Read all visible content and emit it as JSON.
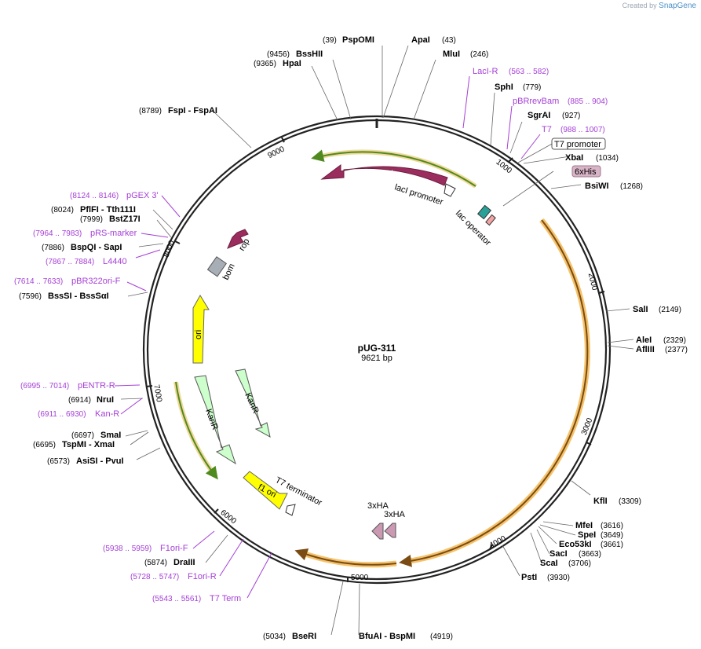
{
  "brand": {
    "created_by": "Created by",
    "name": "SnapGene"
  },
  "plasmid": {
    "name": "pUG-311",
    "length": "9621 bp"
  },
  "ticks": [
    "1000",
    "2000",
    "3000",
    "4000",
    "5000",
    "6000",
    "7000",
    "8000",
    "9000"
  ],
  "enzymes": [
    {
      "pos": "(39)",
      "name": "PspOMI"
    },
    {
      "pos": "(43)",
      "name": "ApaI"
    },
    {
      "pos": "(9456)",
      "name": "BssHII"
    },
    {
      "pos": "(246)",
      "name": "MluI"
    },
    {
      "pos": "(9365)",
      "name": "HpaI"
    },
    {
      "pos": "(779)",
      "name": "SphI"
    },
    {
      "pos": "(8789)",
      "name": "FspI - FspAI"
    },
    {
      "pos": "(927)",
      "name": "SgrAI"
    },
    {
      "pos": "(1034)",
      "name": "XbaI"
    },
    {
      "pos": "(1268)",
      "name": "BsiWI"
    },
    {
      "pos": "(8024)",
      "name": "PflFI - Tth111I"
    },
    {
      "pos": "(7999)",
      "name": "BstZ17I"
    },
    {
      "pos": "(7886)",
      "name": "BspQI - SapI"
    },
    {
      "pos": "(7596)",
      "name": "BssSI - BssSαI"
    },
    {
      "pos": "(2149)",
      "name": "SalI"
    },
    {
      "pos": "(2329)",
      "name": "AleI"
    },
    {
      "pos": "(2377)",
      "name": "AflIII"
    },
    {
      "pos": "(6914)",
      "name": "NruI"
    },
    {
      "pos": "(6697)",
      "name": "SmaI"
    },
    {
      "pos": "(6695)",
      "name": "TspMI - XmaI"
    },
    {
      "pos": "(6573)",
      "name": "AsiSI - PvuI"
    },
    {
      "pos": "(3309)",
      "name": "KflI"
    },
    {
      "pos": "(3616)",
      "name": "MfeI"
    },
    {
      "pos": "(3649)",
      "name": "SpeI"
    },
    {
      "pos": "(3661)",
      "name": "Eco53kI"
    },
    {
      "pos": "(3663)",
      "name": "SacI"
    },
    {
      "pos": "(3706)",
      "name": "ScaI"
    },
    {
      "pos": "(3930)",
      "name": "PstI"
    },
    {
      "pos": "(5874)",
      "name": "DraIII"
    },
    {
      "pos": "(5034)",
      "name": "BseRI"
    },
    {
      "pos": "(4919)",
      "name": "BfuAI - BspMI"
    }
  ],
  "primers": [
    {
      "name": "LacI-R",
      "range": "(563 .. 582)"
    },
    {
      "name": "pBRrevBam",
      "range": "(885 .. 904)"
    },
    {
      "name": "T7",
      "range": "(988 .. 1007)"
    },
    {
      "name": "pGEX 3'",
      "range": "(8124 .. 8146)"
    },
    {
      "name": "pRS-marker",
      "range": "(7964 .. 7983)"
    },
    {
      "name": "L4440",
      "range": "(7867 .. 7884)"
    },
    {
      "name": "pBR322ori-F",
      "range": "(7614 .. 7633)"
    },
    {
      "name": "pENTR-R",
      "range": "(6995 .. 7014)"
    },
    {
      "name": "Kan-R",
      "range": "(6911 .. 6930)"
    },
    {
      "name": "F1ori-F",
      "range": "(5938 .. 5959)"
    },
    {
      "name": "F1ori-R",
      "range": "(5728 .. 5747)"
    },
    {
      "name": "T7 Term",
      "range": "(5543 .. 5561)"
    }
  ],
  "boxed_labels": [
    {
      "name": "T7 promoter",
      "color": "#ffffff"
    },
    {
      "name": "6xHis",
      "color": "#d8b4c7"
    }
  ],
  "features": [
    {
      "name": "lacI",
      "color": "#9b2d5e"
    },
    {
      "name": "lacI promoter",
      "color": "#ffffff"
    },
    {
      "name": "lac operator",
      "color": "#2aa198"
    },
    {
      "name": "rop",
      "color": "#9b2d5e"
    },
    {
      "name": "bom",
      "color": "#a7aeb6"
    },
    {
      "name": "ori",
      "color": "#ffff00"
    },
    {
      "name": "KanR",
      "color": "#ccffcc"
    },
    {
      "name": "KanR",
      "color": "#ccffcc"
    },
    {
      "name": "f1 ori",
      "color": "#ffff00"
    },
    {
      "name": "T7 terminator",
      "color": "#ffffff"
    },
    {
      "name": "3xHA",
      "color": "#cc99b3"
    },
    {
      "name": "3xHA",
      "color": "#cc99b3"
    }
  ],
  "colors": {
    "backbone": "#222222",
    "primer": "#a53fd6",
    "orf_highlight": "#f5c26b",
    "orf_line": "#7a4b12",
    "orf_green": "#7ab648"
  }
}
